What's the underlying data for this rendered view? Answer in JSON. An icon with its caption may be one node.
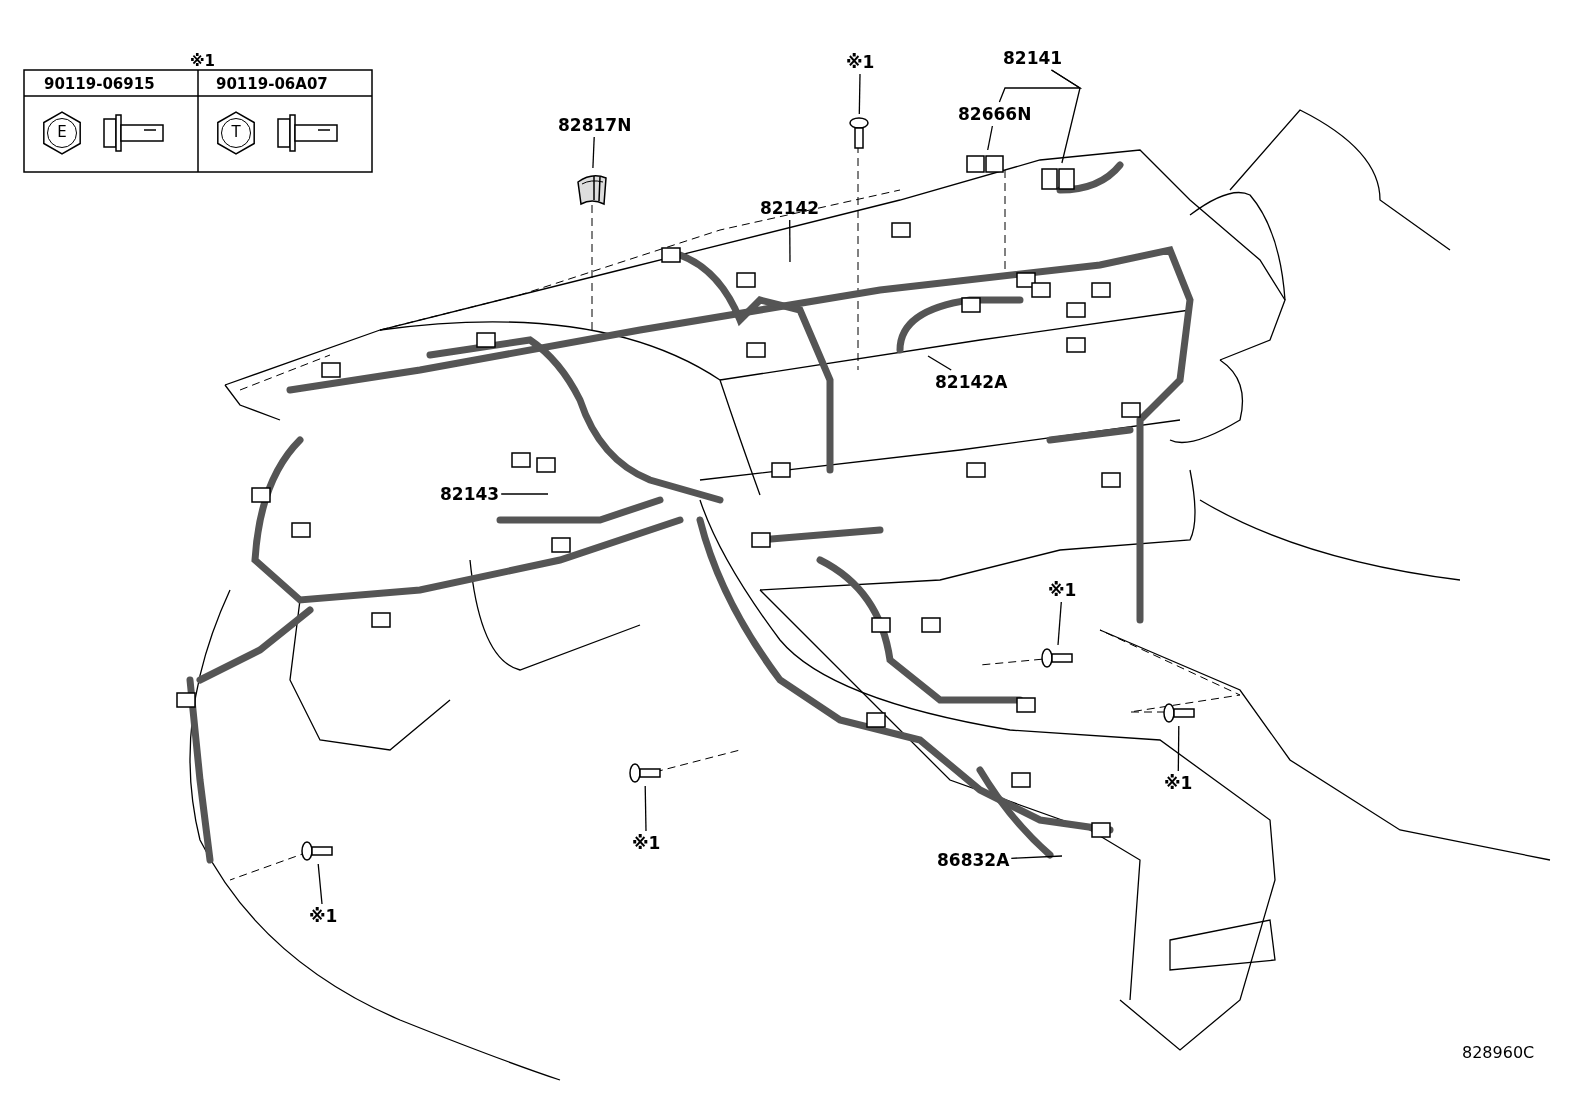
{
  "diagram": {
    "nodes": [
      {
        "text": [
          "82817N"
        ]
      },
      {
        "text": [],
        "shape": "picture"
      },
      {
        "text": [
          "82142"
        ]
      },
      {
        "text": [
          "※1"
        ]
      },
      {
        "text": [],
        "shape": "picture"
      },
      {
        "text": [
          "82141"
        ]
      },
      {
        "text": [
          "82666N"
        ]
      },
      {
        "text": [],
        "shape": "picture"
      },
      {
        "text": [],
        "shape": "picture"
      },
      {
        "text": [
          "82142A"
        ]
      },
      {
        "text": [
          "82143"
        ]
      },
      {
        "text": [
          "※1"
        ]
      },
      {
        "text": [],
        "shape": "picture"
      },
      {
        "text": [
          "※1"
        ]
      },
      {
        "text": [],
        "shape": "picture"
      },
      {
        "text": [
          "※1"
        ]
      },
      {
        "text": [],
        "shape": "picture"
      },
      {
        "text": [
          "※1"
        ]
      },
      {
        "text": [],
        "shape": "picture"
      },
      {
        "text": [
          "86832A"
        ]
      }
    ],
    "edges": [
      {
        "from": 0,
        "to": 1,
        "arrow": "none"
      },
      {
        "from": 2,
        "to": null,
        "arrow": "none"
      },
      {
        "from": 3,
        "to": 4,
        "arrow": "none"
      },
      {
        "from": 5,
        "to": 6,
        "arrow": "none"
      },
      {
        "from": 5,
        "to": 8,
        "arrow": "none"
      },
      {
        "from": 6,
        "to": 7,
        "arrow": "none"
      },
      {
        "from": 9,
        "to": null,
        "arrow": "none"
      },
      {
        "from": 10,
        "to": null,
        "arrow": "none"
      },
      {
        "from": 11,
        "to": 12,
        "arrow": "none"
      },
      {
        "from": 13,
        "to": 14,
        "arrow": "none"
      },
      {
        "from": 15,
        "to": 16,
        "arrow": "none"
      },
      {
        "from": 17,
        "to": 18,
        "arrow": "none"
      },
      {
        "from": 19,
        "to": null,
        "arrow": "none"
      }
    ],
    "labels": [
      "※1",
      "90119-06915",
      "90119-06A07",
      "E",
      "T",
      "828960C"
    ]
  }
}
